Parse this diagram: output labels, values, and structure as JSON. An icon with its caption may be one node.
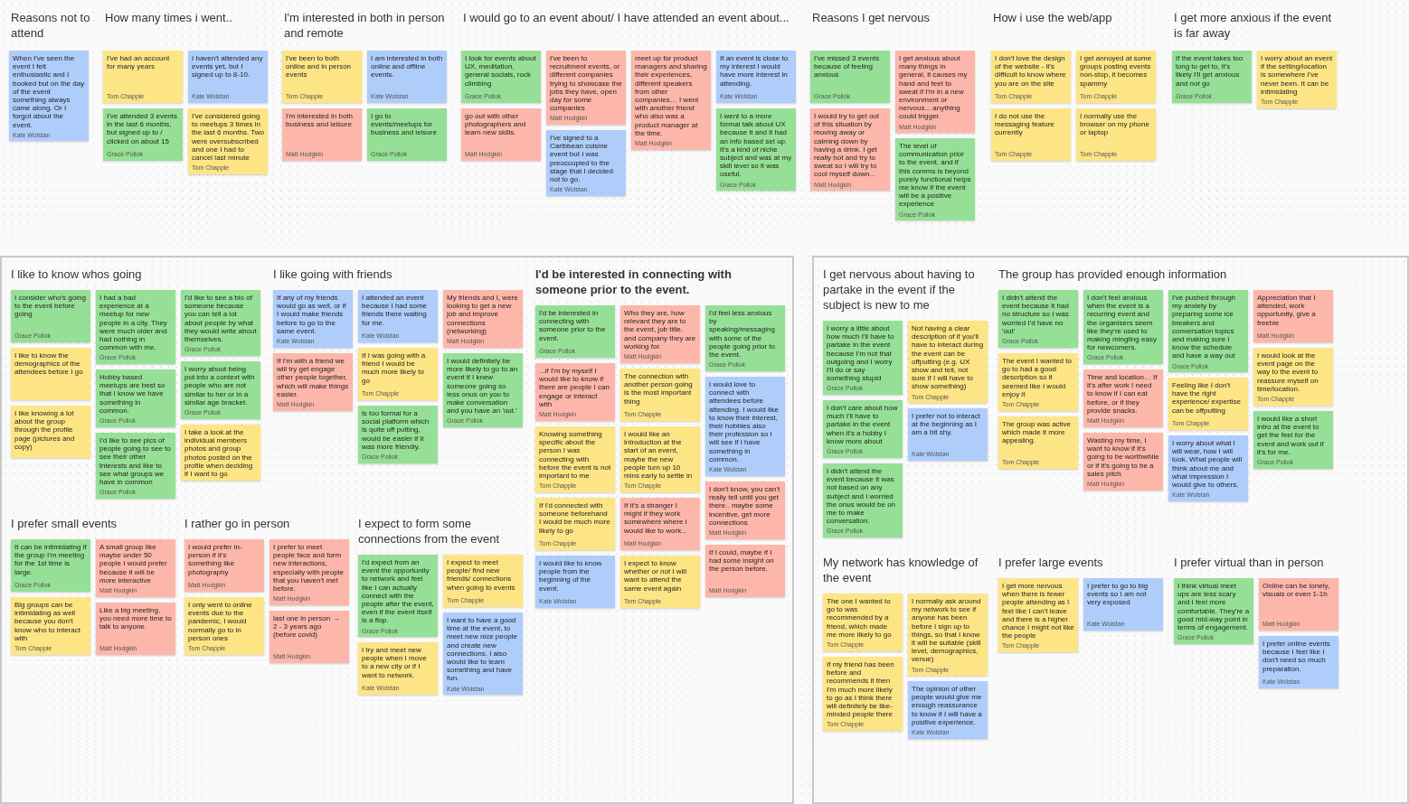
{
  "diagram": {
    "nodes": [
      {
        "text": [
          "When I've seen the event I felt enthusiastic and I booked but on the day of the event something always came along. Or I forgot about the event.",
          "Kate Wolstan"
        ]
      },
      {
        "text": [
          "I've had an account for many years",
          "Tom Chapple"
        ]
      },
      {
        "text": [
          "I haven't attended any events yet, but I signed up to 8-10.",
          "Kate Wolstan"
        ]
      },
      {
        "text": [
          "I've attended 3 events in the last 6 months, but signed up to / clicked on about 15",
          "Grace Pollok"
        ]
      },
      {
        "text": [
          "I've considered going to meetups 3 times in the last 6 months. Two were oversubscribed and one I had to cancel last minute",
          "Tom Chapple"
        ]
      },
      {
        "text": [
          "I've been to both online and in person events",
          "Tom Chapple"
        ]
      },
      {
        "text": [
          "I am interested in both online and offline events.",
          "Kate Wolstan"
        ]
      },
      {
        "text": [
          "I'm interested in both business and leisure",
          "Matt Hodgkin"
        ]
      },
      {
        "text": [
          "I go to events/meetups for business and leisure",
          "Grace Pollok"
        ]
      },
      {
        "text": [
          "I look for events about UX, meditation, general socials, rock climbing",
          "Grace Pollok"
        ]
      },
      {
        "text": [
          "I've been to recruitment events, or different companies trying to showcase the jobs they have, open day for some companies",
          "Matt Hodgkin"
        ]
      },
      {
        "text": [
          "meet up for product managers and sharing their experiences, different speakers from other companies… I went with another friend who also was a product manager at the time.",
          "Matt Hodgkin"
        ]
      },
      {
        "text": [
          "If an event is close to my interest I would have more interest in attending.",
          "Kate Wolstan"
        ]
      },
      {
        "text": [
          "go out with other photographers and learn new skills.",
          "Matt Hodgkin"
        ]
      },
      {
        "text": [
          "I went to a more formal talk about UX because it and it had an info based set up. It's a kind of niche subject and was at my skill level so it was useful.",
          "Grace Pollok"
        ]
      },
      {
        "text": [
          "I've signed to a Caribbean cuisine event but I was preoccupied to the stage that I decided not to go.",
          "Kate Wolstan"
        ]
      },
      {
        "text": [
          "I've missed 3 events because of feeling anxious",
          "Grace Pollok"
        ]
      },
      {
        "text": [
          "I get anxious about many things in general, it causes my hand and feet to sweat if I'm in a new environment or nervous... anything could trigger.",
          "Matt Hodgkin"
        ]
      },
      {
        "text": [
          "I would try to get out of this situation by moving away or calming down by having a drink. I get really hot and try to sweat so I will try to cool myself down...",
          "Matt Hodgkin"
        ]
      },
      {
        "text": [
          "The level of communication prior to the event, and if this comms is beyond purely functional helps me know if the event will be a positive experience",
          "Grace Pollok"
        ]
      },
      {
        "text": [
          "I don't love the design of the website - it's difficult to know where you are on the site",
          "Tom Chapple"
        ]
      },
      {
        "text": [
          "I get annoyed at some groups posting events non-stop, it becomes spammy",
          "Tom Chapple"
        ]
      },
      {
        "text": [
          "I do not use the messaging feature currently",
          "Tom Chapple"
        ]
      },
      {
        "text": [
          "I normally use the browser on my phone or laptop",
          "Tom Chapple"
        ]
      },
      {
        "text": [
          "If the event takes too long to get to, it's likely I'll get anxious and not go",
          "Grace Pollok"
        ]
      },
      {
        "text": [
          "I worry about an event if the setting/location is somewhere I've never been. It can be intimidating",
          "Tom Chapple"
        ]
      },
      {
        "text": [],
        "shape": "box"
      },
      {
        "text": [
          "I consider who's going to the event before going",
          "Grace Pollok"
        ],
        "in": 26
      },
      {
        "text": [
          "I had a bad experience at a meetup for new people in a city. They were much older and had nothing in common with me.",
          "Grace Pollok"
        ],
        "in": 26
      },
      {
        "text": [
          "I'd like to see a bio of someone because you can tell a lot about people by what they would write about themselves.",
          "Grace Pollok"
        ],
        "in": 26
      },
      {
        "text": [
          "I like to know the demographics of the attendees before I go"
        ],
        "in": 26
      },
      {
        "text": [
          "I worry about being put into a context with people who are not similar to her or in a similar age bracket.",
          "Grace Pollok"
        ],
        "in": 26
      },
      {
        "text": [
          "Hobby based meetups are best so that I know we have something in common.",
          "Grace Pollok"
        ],
        "in": 26
      },
      {
        "text": [
          "I like knowing a lot about the group through the profile page (pictures and copy)"
        ],
        "in": 26
      },
      {
        "text": [
          "I take a look at the individual members photos and group photos posted on the profile when deciding if I want to go"
        ],
        "in": 26
      },
      {
        "text": [
          "I'd like to see pics of people going to see to see their other interests and like to see what groups we have in common",
          "Grace Pollok"
        ],
        "in": 26
      },
      {
        "text": [
          "If any of my friends would go as well, or if I would make friends before to go to the same event.",
          "Kate Wolstan"
        ],
        "in": 26
      },
      {
        "text": [
          "I attended an event because I had some friends there waiting for me.",
          "Kate Wolstan"
        ],
        "in": 26
      },
      {
        "text": [
          "My friends and I, were looking to get a new job and improve connections (networking)",
          "Matt Hodgkin"
        ],
        "in": 26
      },
      {
        "text": [
          "If I was going with a friend I would be much more likely to go",
          "Tom Chapple"
        ],
        "in": 26
      },
      {
        "text": [
          "If I'm with a friend we will try get engage other people together, which will make things easier.",
          "Matt Hodgkin"
        ],
        "in": 26
      },
      {
        "text": [
          "I would definitely be more likely to go to an event if I knew someone going so less onus on you to make conversation and you have an 'out.'",
          "Grace Pollok"
        ],
        "in": 26
      },
      {
        "text": [
          "is too formal for a social platform which is quite off putting, would be easier if it was more friendly.",
          "Grace Pollok"
        ],
        "in": 26
      },
      {
        "text": [
          "I'd be interested in connecting with someone prior to the event.",
          "Grace Pollok"
        ],
        "in": 26
      },
      {
        "text": [
          "Who they are, how relevant they are to the event, job title, and company they are working for.",
          "Matt Hodgkin"
        ],
        "in": 26
      },
      {
        "text": [
          "I'd feel less anxious by speaking/messaging with some of the people going prior to the event.",
          "Grace Pollok"
        ],
        "in": 26
      },
      {
        "text": [
          "...if I'm by myself I would like to know if there are people I can engage or interact with",
          "Matt Hodgkin"
        ],
        "in": 26
      },
      {
        "text": [
          "The connection with another person going is the most important thing",
          "Tom Chapple"
        ],
        "in": 26
      },
      {
        "text": [
          "I would love to connect with attendees before attending. I would like to know their interest, their hobbies also their profession so I will see if I have something in common.",
          "Kate Wolstan"
        ],
        "in": 26
      },
      {
        "text": [
          "Knowing something specific about the person I was connecting with before the event is not important to me",
          "Tom Chapple"
        ],
        "in": 26
      },
      {
        "text": [
          "I would like an introduction at the start of an event, maybe the new people turn up 10 mins early to settle in",
          "Tom Chapple"
        ],
        "in": 26
      },
      {
        "text": [
          "I don't know, you can't really tell until you get there.. maybe some incentive, get more connections",
          "Matt Hodgkin"
        ],
        "in": 26
      },
      {
        "text": [
          "If I'd connected with someone beforehand I would be much more likely to go",
          "Tom Chapple"
        ],
        "in": 26
      },
      {
        "text": [
          "If it's a stranger I might if they work somewhere where I would like to work...",
          "Matt Hodgkin"
        ],
        "in": 26
      },
      {
        "text": [
          "If I could, maybe if I had some insight on the person before.",
          "Matt Hodgkin"
        ],
        "in": 26
      },
      {
        "text": [
          "I would like to know people from the beginning of the event.",
          "Kate Wolstan"
        ],
        "in": 26
      },
      {
        "text": [
          "I expect to know whether or not I will want to attend the same event again",
          "Tom Chapple"
        ],
        "in": 26
      },
      {
        "text": [
          "It can be intimidating if the group I'm meeting for the 1st time is large.",
          "Grace Pollok"
        ],
        "in": 26
      },
      {
        "text": [
          "A small group like maybe under 50 people I would prefer because it will be more interactive",
          "Matt Hodgkin"
        ],
        "in": 26
      },
      {
        "text": [
          "Big groups can be intimidating as well because you don't know who to interact with",
          "Tom Chapple"
        ],
        "in": 26
      },
      {
        "text": [
          "Like a big meeting, you need more time to talk to anyone.",
          "Matt Hodgkin"
        ],
        "in": 26
      },
      {
        "text": [
          "I would prefer in-person if it's something like photography",
          "Matt Hodgkin"
        ],
        "in": 26
      },
      {
        "text": [
          "I prefer to meet people face and form new interactions, especially with people that you haven't met before.",
          "Matt Hodgkin"
        ],
        "in": 26
      },
      {
        "text": [
          "I only went to online events due to the pandemic, I would normally go to in person ones",
          "Tom Chapple"
        ],
        "in": 26
      },
      {
        "text": [
          "last one in person → 2 - 3 years ago (before covid)",
          "Matt Hodgkin"
        ],
        "in": 26
      },
      {
        "text": [
          "I'd expect from an event the opportunity to network and feel like I can actually connect with the people after the event, even if the event itself is a flop.",
          "Grace Pollok"
        ],
        "in": 26
      },
      {
        "text": [
          "I expect to meet people/ find new friends/ connections when going to events",
          "Tom Chapple"
        ],
        "in": 26
      },
      {
        "text": [
          "I want to have a good time at the event, to meet new nice people and create new connections. I also would like to learn something and have fun.",
          "Kate Wolstan"
        ],
        "in": 26
      },
      {
        "text": [
          "I try and meet new people when I move to a new city or if I want to network.",
          "Kate Wolstan"
        ],
        "in": 26
      },
      {
        "text": [],
        "shape": "box"
      },
      {
        "text": [
          "I worry a little about how much I'll have to partake in the event because I'm not that outgoing and I worry I'll do or say something stupid",
          "Grace Pollok"
        ],
        "in": 69
      },
      {
        "text": [
          "Not having a clear description of if you'll have to interact during the event can be offputting (e.g. UX show and tell, not sure if I will have to show something)",
          "Tom Chapple"
        ],
        "in": 69
      },
      {
        "text": [
          "I don't care about how much I'll have to partake in the event when it's a hobby I know more about",
          "Grace Pollok"
        ],
        "in": 69
      },
      {
        "text": [
          "I prefer not to interact at the beginning as I am a bit shy.",
          "Kate Wolstan"
        ],
        "in": 69
      },
      {
        "text": [
          "I didn't attend the event because it was not based on any subject and I worried the onus would be on me to make conversation.",
          "Grace Pollok"
        ],
        "in": 69
      },
      {
        "text": [
          "I didn't attend the event because it had no structure so I was worried I'd have no 'out'",
          "Grace Pollok"
        ],
        "in": 69
      },
      {
        "text": [
          "I don't feel anxious when the event is a recurring event and the organisers seem like they're used to making mingling easy for newcomers.",
          "Grace Pollok"
        ],
        "in": 69
      },
      {
        "text": [
          "I've pushed through my anxiety by preparing some ice breakers and conversation topics and making sure I know the schedule and have a way out",
          "Grace Pollok"
        ],
        "in": 69
      },
      {
        "text": [
          "Appreciation that I attended, work opportunity, give a freebie",
          "Matt Hodgkin"
        ],
        "in": 69
      },
      {
        "text": [
          "I would look at the event page on the way to the event to reassure myself on time/location.",
          "Tom Chapple"
        ],
        "in": 69
      },
      {
        "text": [
          "The event I wanted to go to had a good description so it seemed like I would enjoy it",
          "Tom Chapple"
        ],
        "in": 69
      },
      {
        "text": [
          "Time and location… If it's after work I need to know if I can eat before, or if they provide snacks.",
          "Matt Hodgkin"
        ],
        "in": 69
      },
      {
        "text": [
          "Feeling like I don't have the right experience/ expertise can be offputting",
          "Tom Chapple"
        ],
        "in": 69
      },
      {
        "text": [
          "I would like a short intro at the event to get the feel for the event and work out if it's for me.",
          "Grace Pollok"
        ],
        "in": 69
      },
      {
        "text": [
          "The group was active which made it more appealing.",
          "Tom Chapple"
        ],
        "in": 69
      },
      {
        "text": [
          "Wasting my time, I want to know if it's going to be worthwhile or if it's going to be a sales pitch",
          "Matt Hodgkin"
        ],
        "in": 69
      },
      {
        "text": [
          "I worry about what I will wear, how I will look. What people will think about me and what impression I would give to others.",
          "Kate Wolstan"
        ],
        "in": 69
      },
      {
        "text": [
          "The one I wanted to go to was recommended by a friend, which made me more likely to go",
          "Tom Chapple"
        ],
        "in": 69
      },
      {
        "text": [
          "I normally ask around my network to see if anyone has been before I sign up to things, so that I know it will be suitable (skill level, demographics, venue)",
          "Tom Chapple"
        ],
        "in": 69
      },
      {
        "text": [
          "If my friend has been before and recommends it then I'm much more likely to go as I think there will definitely be like-minded people there",
          "Tom Chapple"
        ],
        "in": 69
      },
      {
        "text": [
          "The opinion of other people would give me enough reassurance to know if I will have a positive experience.",
          "Kate Wolstan"
        ],
        "in": 69
      },
      {
        "text": [
          "I get more nervous when there is fewer people attending as I feel like I can't leave and there is a higher chance I might not like the people",
          "Tom Chapple"
        ],
        "in": 69
      },
      {
        "text": [
          "I prefer to go to big events so I am not very exposed",
          "Kate Wolstan"
        ],
        "in": 69
      },
      {
        "text": [
          "I think virtual meet ups are less scary and I feel more comfortable. They're a good mid-way point in terms of engagement.",
          "Grace Pollok"
        ],
        "in": 69
      },
      {
        "text": [
          "Online can be lonely, visuals or even 1-1h",
          "Matt Hodgkin"
        ],
        "in": 69
      },
      {
        "text": [
          "I prefer online events because I feel like I don't need so much preparation.",
          "Kate Wolstan"
        ],
        "in": 69
      }
    ],
    "edges": [],
    "labels": [
      "Reasons not to attend",
      "How many times i went..",
      "I'm interested in both in person and remote",
      "I would go to an event about/ I have attended an event about...",
      "Reasons I get nervous",
      "How i use the web/app",
      "I get more anxious if the event is far away",
      "I like to know whos going",
      "I like going with friends",
      "I'd be interested in connecting with someone prior to the event.",
      "I prefer small events",
      "I rather go in person",
      "I expect to form some connections from the event",
      "I get nervous about having to partake in the event if the subject is new to me",
      "The group has provided enough information",
      "My network has knowledge of the event",
      "I prefer large events",
      "I prefer virtual than in person"
    ]
  }
}
